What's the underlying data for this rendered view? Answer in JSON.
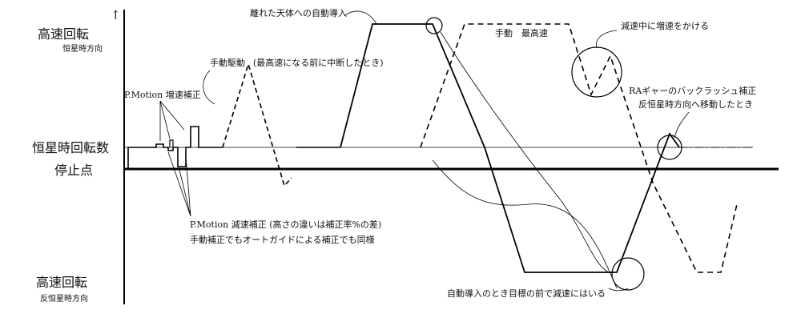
{
  "axis": {
    "up_arrow": "↑",
    "top_label": "高速回転",
    "top_sub": "恒星時方向",
    "sidereal_label": "恒星時回転数",
    "stop_label": "停止点",
    "bottom_label": "高速回転",
    "bottom_sub": "反恒星時方向"
  },
  "annotations": {
    "pmotion_increase": "P.Motion 増速補正",
    "manual_drive": "手動駆動",
    "manual_drive_note": "(最高速になる前に中断したとき)",
    "auto_slew_far": "離れた天体への自動導入",
    "manual_max": "手動　最高速",
    "accel_during_decel": "減速中に増速をかける",
    "ra_backlash_1": "RAギャーのバックラッシュ補正",
    "ra_backlash_2": "反恒星時方向へ移動したとき",
    "pmotion_decrease": "P.Motion 減速補正 (高さの違いは補正率%の差)",
    "manual_same": "手動補正でもオートガイドによる補正でも同様",
    "auto_decel": "自動導入のとき目標の前で減速にはいる"
  }
}
